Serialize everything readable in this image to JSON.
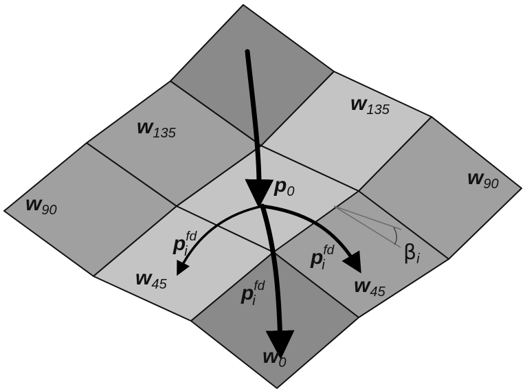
{
  "colors": {
    "very_dark": "#8a8a8a",
    "dark": "#a0a0a0",
    "light": "#c4c4c4",
    "border": "#111111",
    "arrow": "#000000"
  },
  "labels": {
    "w135_left": {
      "base": "w",
      "sub": "135"
    },
    "w135_right": {
      "base": "w",
      "sub": "135"
    },
    "w90_left": {
      "base": "w",
      "sub": "90"
    },
    "w90_right": {
      "base": "w",
      "sub": "90"
    },
    "w45_left": {
      "base": "w",
      "sub": "45"
    },
    "w45_right": {
      "base": "w",
      "sub": "45"
    },
    "w0": {
      "base": "w",
      "sub": "0"
    },
    "p0": {
      "base": "p",
      "sub": "0"
    },
    "pfd_left": {
      "base": "p",
      "sub": "i",
      "sup": "fd"
    },
    "pfd_center": {
      "base": "p",
      "sub": "i",
      "sup": "fd"
    },
    "pfd_right": {
      "base": "p",
      "sub": "i",
      "sup": "fd"
    },
    "beta": {
      "base": "β",
      "sub": "i"
    }
  }
}
